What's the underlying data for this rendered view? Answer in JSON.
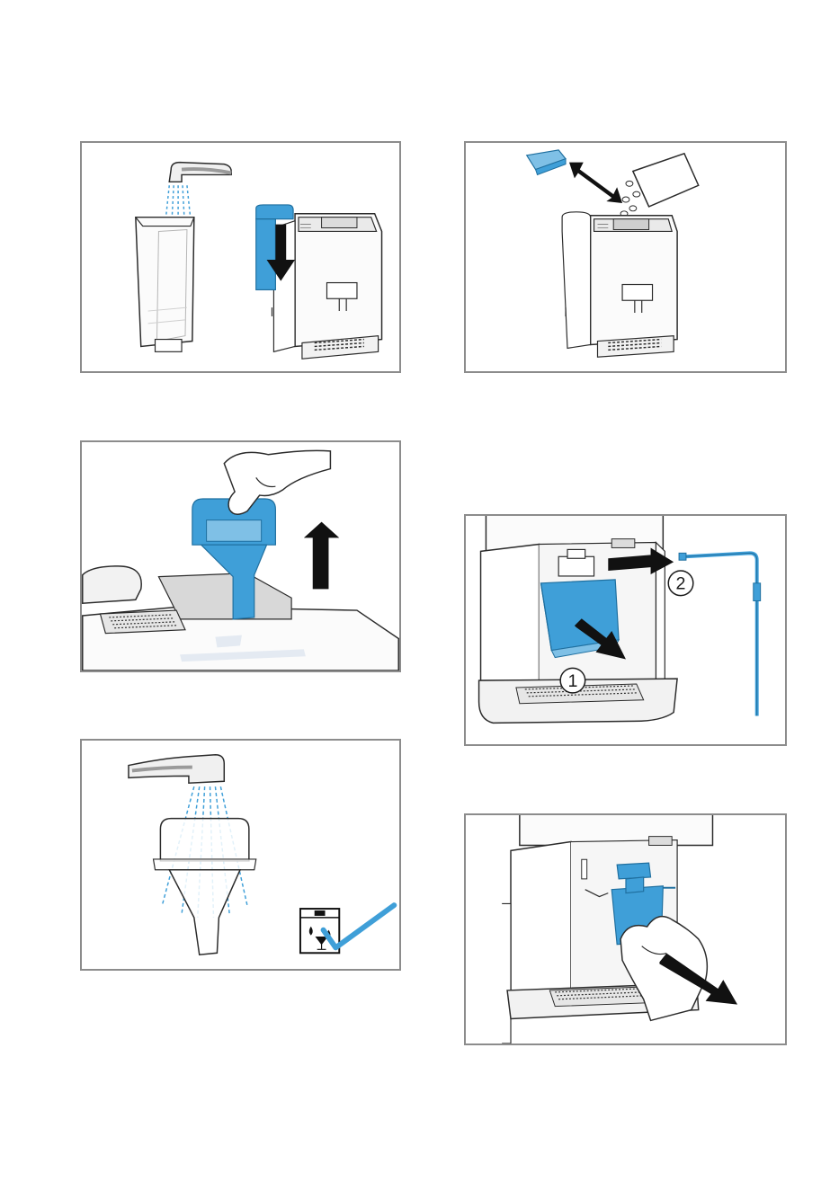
{
  "page": {
    "background": "#ffffff",
    "frame_color": "#8c8c8c"
  },
  "colors": {
    "accent_blue": "#3f9fd8",
    "accent_blue_dark": "#1f6f9f",
    "water_drop": "#4aa8e0",
    "arrow": "#111111",
    "line_art": "#2b2b2b"
  },
  "figures": [
    {
      "id": "rinse-water-tank",
      "icons": [
        "tap-icon",
        "water-tank-icon",
        "coffee-machine-icon",
        "insert-down-arrow-icon"
      ]
    },
    {
      "id": "bean-container",
      "icons": [
        "lid-icon",
        "double-arrow-icon",
        "coffee-bag-icon",
        "coffee-machine-icon"
      ]
    },
    {
      "id": "remove-funnel",
      "icons": [
        "hand-icon",
        "funnel-icon",
        "up-arrow-icon"
      ]
    },
    {
      "id": "remove-tray-and-pipe",
      "icons": [
        "coffee-machine-icon",
        "tray-icon",
        "pipe-icon",
        "arrow-icon"
      ],
      "callouts": [
        "1",
        "2"
      ]
    },
    {
      "id": "rinse-funnel",
      "icons": [
        "tap-icon",
        "funnel-icon",
        "dishwasher-safe-icon",
        "checkmark-icon"
      ]
    },
    {
      "id": "remove-brewing-unit",
      "icons": [
        "coffee-machine-icon",
        "hand-icon",
        "brewing-unit-icon",
        "arrow-icon"
      ]
    }
  ]
}
